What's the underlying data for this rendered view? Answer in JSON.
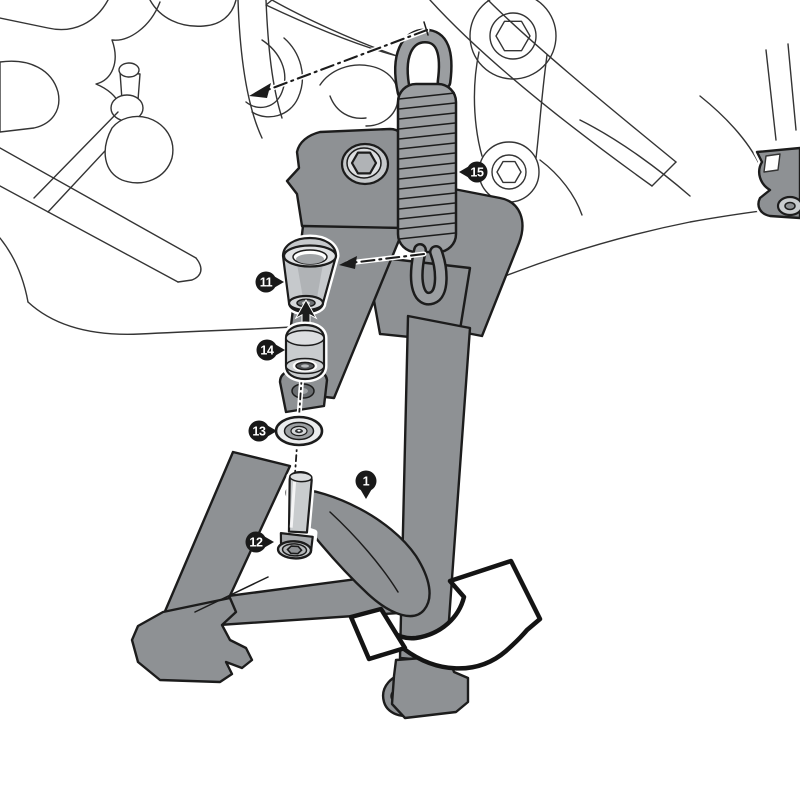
{
  "diagram": {
    "subject": "Motorcycle center stand installation exploded illustration",
    "background_color": "#ffffff",
    "colors": {
      "outline": "#1c1c1c",
      "stand_fill": "#8e9194",
      "spring_fill": "#9b9ea1",
      "hardware_light": "#c9ccce",
      "hardware_lighter": "#dcdee0",
      "hardware_mid": "#a6a9ac",
      "lineart_stroke": "#343434",
      "callout_bg": "#191919",
      "callout_text": "#ffffff"
    },
    "callouts": [
      {
        "label": "11",
        "part": "cone-spacer",
        "pointer": "right"
      },
      {
        "label": "14",
        "part": "bushing",
        "pointer": "right"
      },
      {
        "label": "13",
        "part": "washer",
        "pointer": "right"
      },
      {
        "label": "12",
        "part": "socket-bolt",
        "pointer": "right"
      },
      {
        "label": "15",
        "part": "return-spring",
        "pointer": "left"
      },
      {
        "label": "1",
        "part": "center-stand",
        "pointer": "down"
      }
    ]
  }
}
